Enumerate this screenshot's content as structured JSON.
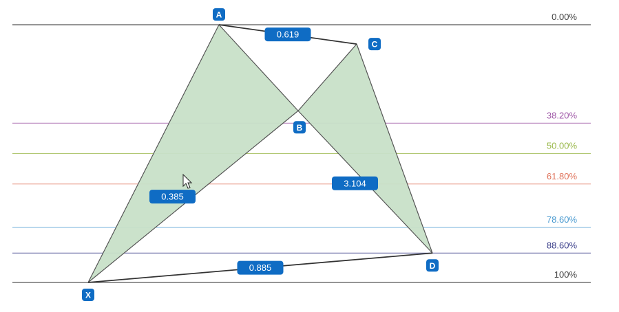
{
  "chart_data": {
    "type": "line",
    "title": "",
    "fib_levels": [
      {
        "label": "0.00%",
        "value": 0.0,
        "color": "#444444"
      },
      {
        "label": "38.20%",
        "value": 0.382,
        "color": "#a05aa8"
      },
      {
        "label": "50.00%",
        "value": 0.5,
        "color": "#9ab84a"
      },
      {
        "label": "61.80%",
        "value": 0.618,
        "color": "#e0745c"
      },
      {
        "label": "78.60%",
        "value": 0.786,
        "color": "#4a9ad0"
      },
      {
        "label": "88.60%",
        "value": 0.886,
        "color": "#3b3f8a"
      },
      {
        "label": "100%",
        "value": 1.0,
        "color": "#444444"
      }
    ],
    "pattern_points": [
      {
        "name": "X",
        "t": 0.0,
        "level": 1.0
      },
      {
        "name": "A",
        "t": 0.38,
        "level": 0.0
      },
      {
        "name": "B",
        "t": 0.61,
        "level": 0.334
      },
      {
        "name": "C",
        "t": 0.78,
        "level": 0.075
      },
      {
        "name": "D",
        "t": 1.0,
        "level": 0.886
      }
    ],
    "ratios": [
      {
        "from": "A",
        "to": "C",
        "value": "0.619"
      },
      {
        "from": "X",
        "to": "B",
        "value": "0.385"
      },
      {
        "from": "B",
        "to": "D",
        "value": "3.104"
      },
      {
        "from": "X",
        "to": "D",
        "value": "0.885"
      }
    ],
    "colors": {
      "fill": "#c8e0c8",
      "edge": "#555555",
      "badge": "#0f6cc4",
      "badge_text": "#ffffff"
    }
  }
}
